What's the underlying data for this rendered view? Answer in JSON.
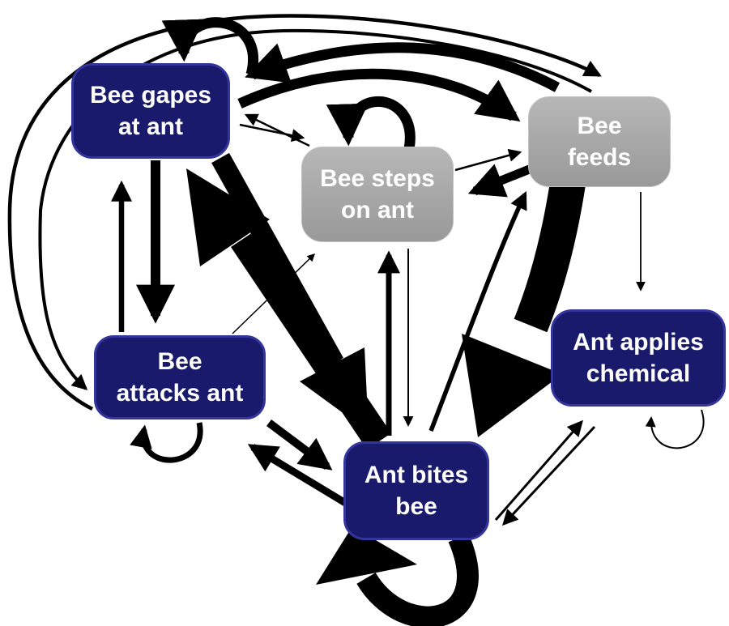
{
  "diagram": {
    "description": "Behavioral transition diagram between bee and ant behaviors; arrow thickness indicates transition frequency",
    "colors": {
      "bee_behavior_box": "#191a6b",
      "neutral_box": "#a8a8a8",
      "arrow": "#000000",
      "background": "#ffffff",
      "label_text": "#ffffff"
    },
    "nodes": [
      {
        "id": "bee-gapes-at-ant",
        "line1": "Bee gapes",
        "line2": "at ant",
        "box_color": "navy"
      },
      {
        "id": "bee-steps-on-ant",
        "line1": "Bee steps",
        "line2": "on ant",
        "box_color": "gray"
      },
      {
        "id": "bee-feeds",
        "line1": "Bee",
        "line2": "feeds",
        "box_color": "gray"
      },
      {
        "id": "bee-attacks-ant",
        "line1": "Bee",
        "line2": "attacks ant",
        "box_color": "navy"
      },
      {
        "id": "ant-applies-chemical",
        "line1": "Ant applies",
        "line2": "chemical",
        "box_color": "navy"
      },
      {
        "id": "ant-bites-bee",
        "line1": "Ant bites",
        "line2": "bee",
        "box_color": "navy"
      }
    ],
    "edges": [
      {
        "from": "bee-gapes-at-ant",
        "to": "bee-gapes-at-ant",
        "self_loop": true,
        "weight": "thick"
      },
      {
        "from": "bee-steps-on-ant",
        "to": "bee-steps-on-ant",
        "self_loop": true,
        "weight": "thick"
      },
      {
        "from": "ant-bites-bee",
        "to": "ant-bites-bee",
        "self_loop": true,
        "weight": "very-thick"
      },
      {
        "from": "bee-attacks-ant",
        "to": "bee-attacks-ant",
        "self_loop": true,
        "weight": "medium"
      },
      {
        "from": "ant-applies-chemical",
        "to": "ant-applies-chemical",
        "self_loop": true,
        "weight": "thin"
      },
      {
        "from": "bee-feeds",
        "to": "bee-gapes-at-ant",
        "self_loop": false,
        "weight": "thick"
      },
      {
        "from": "bee-gapes-at-ant",
        "to": "bee-feeds",
        "self_loop": false,
        "weight": "thick"
      },
      {
        "from": "bee-steps-on-ant",
        "to": "bee-gapes-at-ant",
        "self_loop": false,
        "weight": "thin"
      },
      {
        "from": "bee-gapes-at-ant",
        "to": "bee-steps-on-ant",
        "self_loop": false,
        "weight": "thin"
      },
      {
        "from": "bee-steps-on-ant",
        "to": "bee-feeds",
        "self_loop": false,
        "weight": "thin"
      },
      {
        "from": "bee-feeds",
        "to": "bee-steps-on-ant",
        "self_loop": false,
        "weight": "thick"
      },
      {
        "from": "bee-feeds",
        "to": "ant-applies-chemical",
        "self_loop": false,
        "weight": "thin"
      },
      {
        "from": "bee-feeds",
        "to": "ant-bites-bee",
        "self_loop": false,
        "weight": "very-thick"
      },
      {
        "from": "ant-bites-bee",
        "to": "bee-feeds",
        "self_loop": false,
        "weight": "medium"
      },
      {
        "from": "bee-attacks-ant",
        "to": "bee-gapes-at-ant",
        "self_loop": false,
        "weight": "medium"
      },
      {
        "from": "bee-gapes-at-ant",
        "to": "bee-attacks-ant",
        "self_loop": false,
        "weight": "thick"
      },
      {
        "from": "ant-bites-bee",
        "to": "bee-gapes-at-ant",
        "self_loop": false,
        "weight": "very-thick"
      },
      {
        "from": "bee-gapes-at-ant",
        "to": "ant-bites-bee",
        "self_loop": false,
        "weight": "very-thick"
      },
      {
        "from": "bee-attacks-ant",
        "to": "bee-steps-on-ant",
        "self_loop": false,
        "weight": "thin"
      },
      {
        "from": "ant-bites-bee",
        "to": "bee-steps-on-ant",
        "self_loop": false,
        "weight": "medium"
      },
      {
        "from": "bee-steps-on-ant",
        "to": "ant-bites-bee",
        "self_loop": false,
        "weight": "thin"
      },
      {
        "from": "ant-bites-bee",
        "to": "bee-attacks-ant",
        "self_loop": false,
        "weight": "medium"
      },
      {
        "from": "bee-attacks-ant",
        "to": "ant-bites-bee",
        "self_loop": false,
        "weight": "medium"
      },
      {
        "from": "ant-bites-bee",
        "to": "ant-applies-chemical",
        "self_loop": false,
        "weight": "thin"
      },
      {
        "from": "ant-applies-chemical",
        "to": "ant-bites-bee",
        "self_loop": false,
        "weight": "thin"
      },
      {
        "from": "bee-attacks-ant",
        "to": "bee-feeds",
        "self_loop": false,
        "weight": "thin"
      },
      {
        "from": "bee-feeds",
        "to": "bee-attacks-ant",
        "self_loop": false,
        "weight": "thin"
      }
    ]
  }
}
